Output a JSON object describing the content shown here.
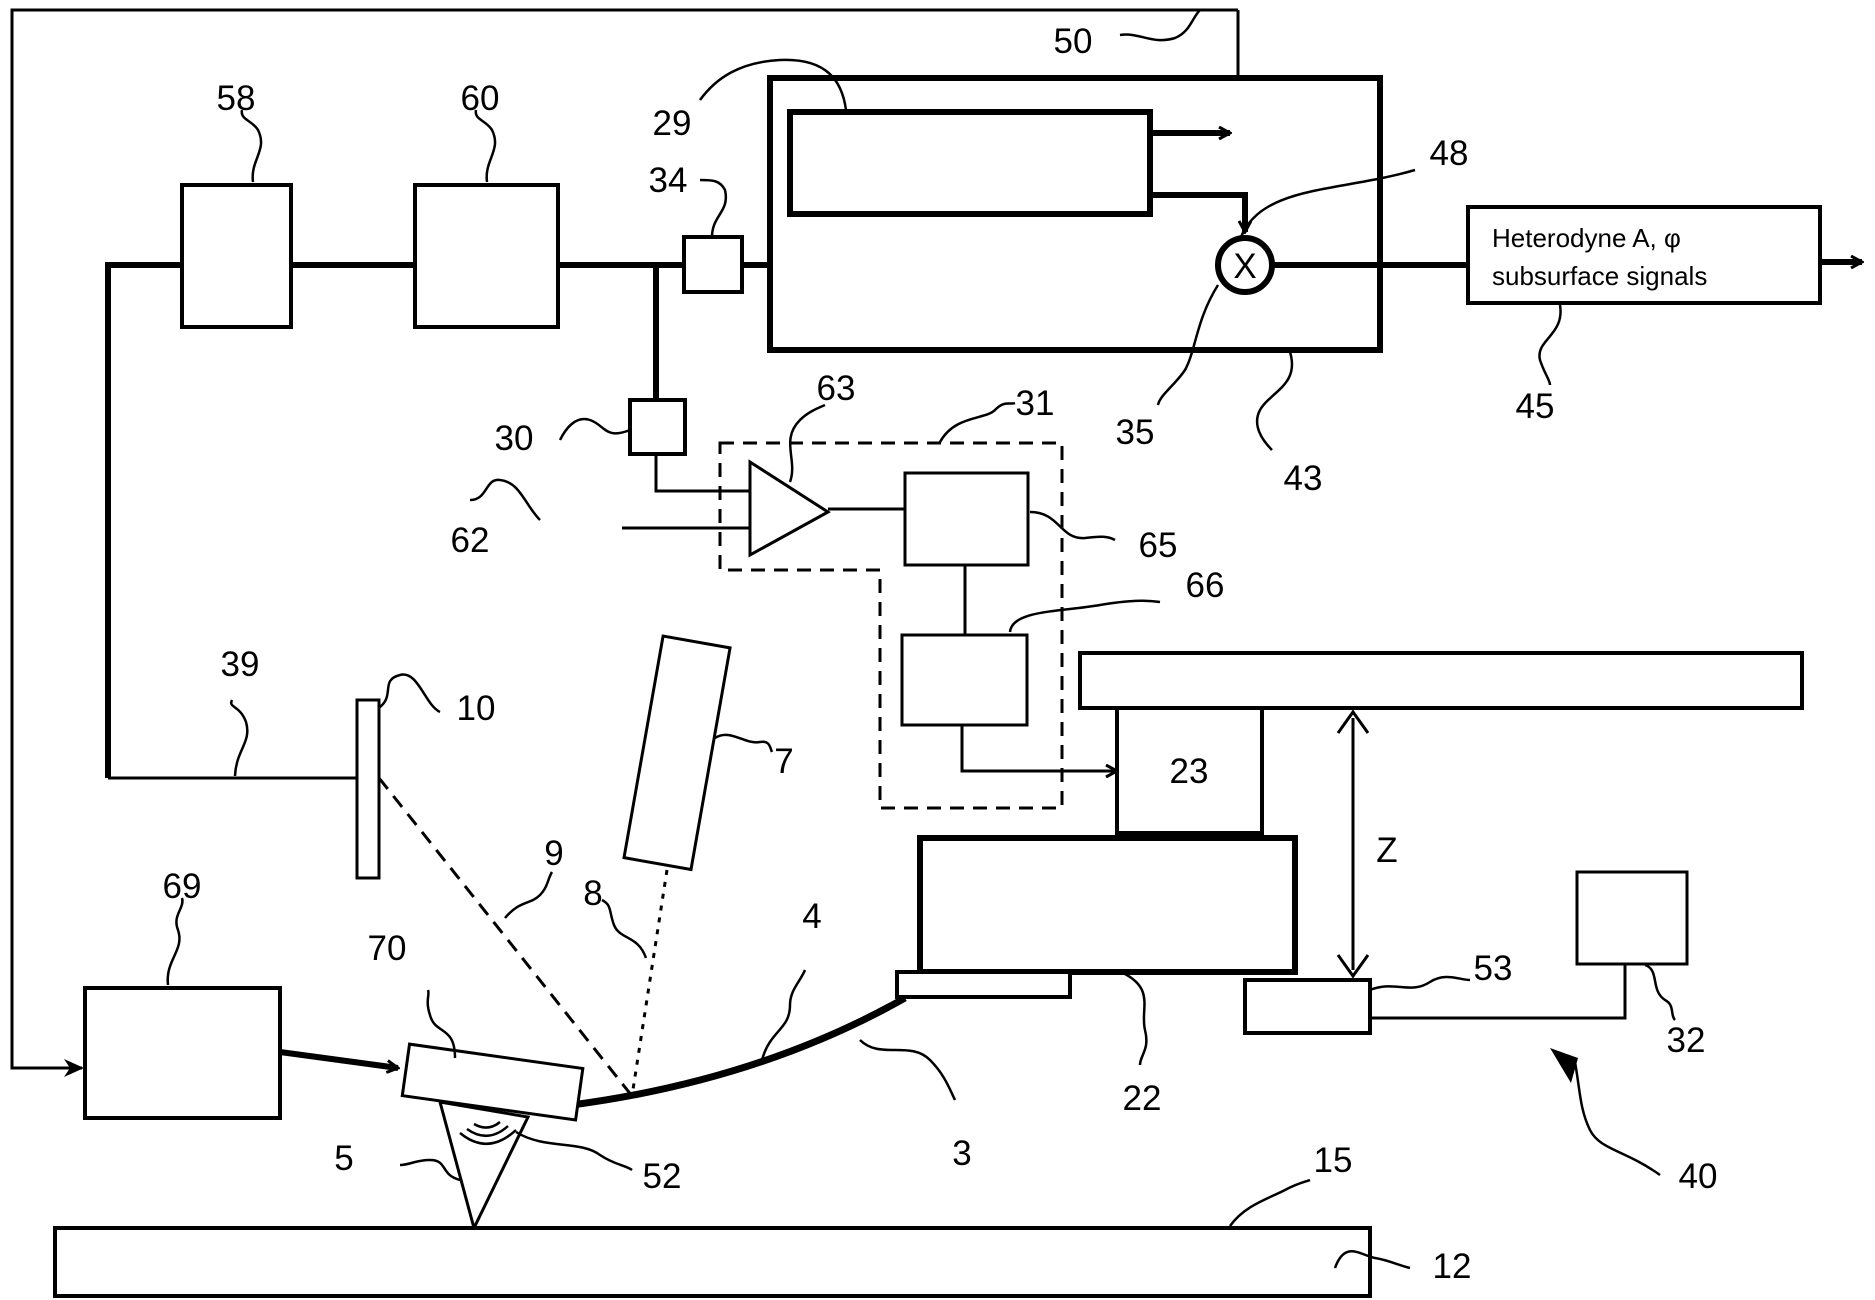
{
  "reference_numerals": {
    "n3": "3",
    "n4": "4",
    "n5": "5",
    "n7": "7",
    "n8": "8",
    "n9": "9",
    "n10": "10",
    "n12": "12",
    "n15": "15",
    "n22": "22",
    "n23": "23",
    "n29": "29",
    "n30": "30",
    "n31": "31",
    "n32": "32",
    "n34": "34",
    "n35": "35",
    "n39": "39",
    "n40": "40",
    "n43": "43",
    "n45": "45",
    "n48": "48",
    "n50": "50",
    "n52": "52",
    "n53": "53",
    "n58": "58",
    "n60": "60",
    "n62": "62",
    "n63": "63",
    "n65": "65",
    "n66": "66",
    "n69": "69",
    "n70": "70"
  },
  "mixer_symbol": "X",
  "z_axis_label": "Z",
  "output_box": {
    "line1": "Heterodyne A, φ",
    "line2": "subsurface signals"
  }
}
